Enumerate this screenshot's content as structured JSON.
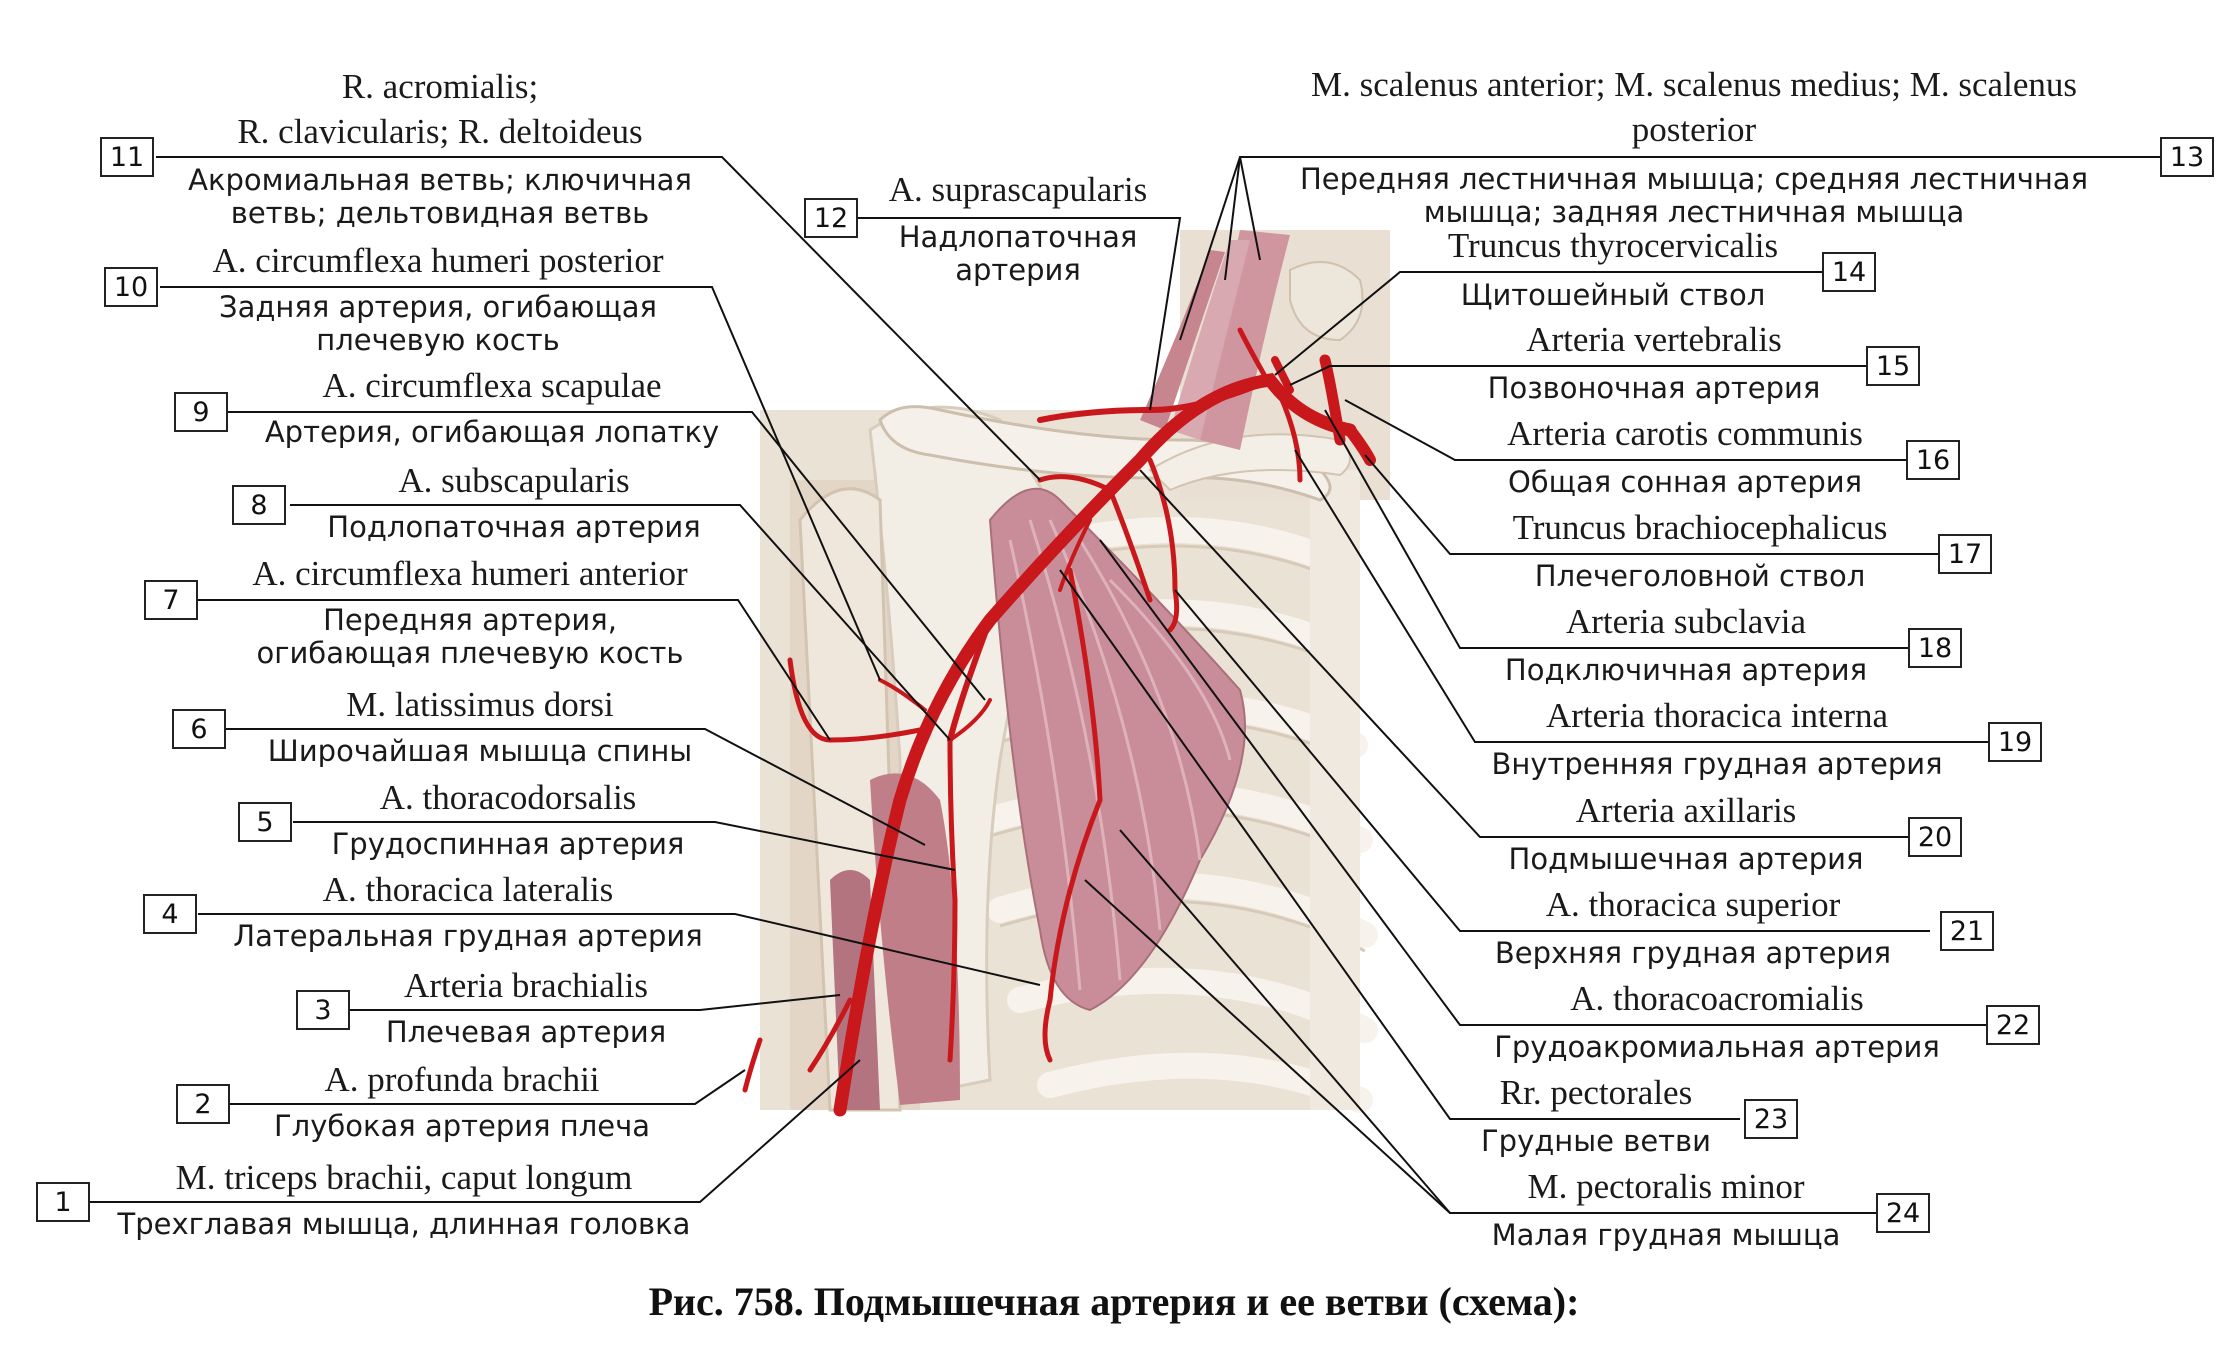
{
  "caption": "Рис. 758. Подмышечная артерия и ее ветви (схема):",
  "labels": [
    {
      "n": "1",
      "latin": "M. triceps brachii, caput longum",
      "russian": "Трехглавая мышца, длинная головка"
    },
    {
      "n": "2",
      "latin": "A. profunda brachii",
      "russian": "Глубокая артерия плеча"
    },
    {
      "n": "3",
      "latin": "Arteria brachialis",
      "russian": "Плечевая артерия"
    },
    {
      "n": "4",
      "latin": "A. thoracica lateralis",
      "russian": "Латеральная грудная артерия"
    },
    {
      "n": "5",
      "latin": "A. thoracodorsalis",
      "russian": "Грудоспинная артерия"
    },
    {
      "n": "6",
      "latin": "M. latissimus dorsi",
      "russian": "Широчайшая мышца спины"
    },
    {
      "n": "7",
      "latin": "A. circumflexa humeri anterior",
      "russian": "Передняя артерия,",
      "russian2": "огибающая плечевую кость"
    },
    {
      "n": "8",
      "latin": "A. subscapularis",
      "russian": "Подлопаточная артерия"
    },
    {
      "n": "9",
      "latin": "A. circumflexa scapulae",
      "russian": "Артерия, огибающая лопатку"
    },
    {
      "n": "10",
      "latin": "A. circumflexa humeri posterior",
      "russian": "Задняя артерия, огибающая",
      "russian2": "плечевую кость"
    },
    {
      "n": "11",
      "latin": "R. acromialis;",
      "latin2": "R. clavicularis; R. deltoideus",
      "russian": "Акромиальная ветвь; ключичная",
      "russian2": "ветвь; дельтовидная ветвь"
    },
    {
      "n": "12",
      "latin": "A. suprascapularis",
      "russian": "Надлопаточная",
      "russian2": "артерия"
    },
    {
      "n": "13",
      "latin": "M. scalenus anterior; M. scalenus medius; M. scalenus",
      "latin2": "posterior",
      "russian": "Передняя лестничная мышца; средняя лестничная",
      "russian2": "мышца; задняя лестничная мышца"
    },
    {
      "n": "14",
      "latin": "Truncus thyrocervicalis",
      "russian": "Щитошейный ствол"
    },
    {
      "n": "15",
      "latin": "Arteria vertebralis",
      "russian": "Позвоночная артерия"
    },
    {
      "n": "16",
      "latin": "Arteria carotis communis",
      "russian": "Общая сонная артерия"
    },
    {
      "n": "17",
      "latin": "Truncus brachiocephalicus",
      "russian": "Плечеголовной ствол"
    },
    {
      "n": "18",
      "latin": "Arteria subclavia",
      "russian": "Подключичная артерия"
    },
    {
      "n": "19",
      "latin": "Arteria thoracica interna",
      "russian": "Внутренняя грудная артерия"
    },
    {
      "n": "20",
      "latin": "Arteria axillaris",
      "russian": "Подмышечная артерия"
    },
    {
      "n": "21",
      "latin": "A. thoracica superior",
      "russian": "Верхняя грудная артерия"
    },
    {
      "n": "22",
      "latin": "A. thoracoacromialis",
      "russian": "Грудоакромиальная артерия"
    },
    {
      "n": "23",
      "latin": "Rr. pectorales",
      "russian": "Грудные ветви"
    },
    {
      "n": "24",
      "latin": "M. pectoralis minor",
      "russian": "Малая грудная мышца"
    }
  ],
  "colors": {
    "artery": "#c8181c",
    "muscle": "#c98a94",
    "bone": "#ece6dc",
    "background_tissue": "#e7ddd1",
    "leader_line": "#111111"
  }
}
